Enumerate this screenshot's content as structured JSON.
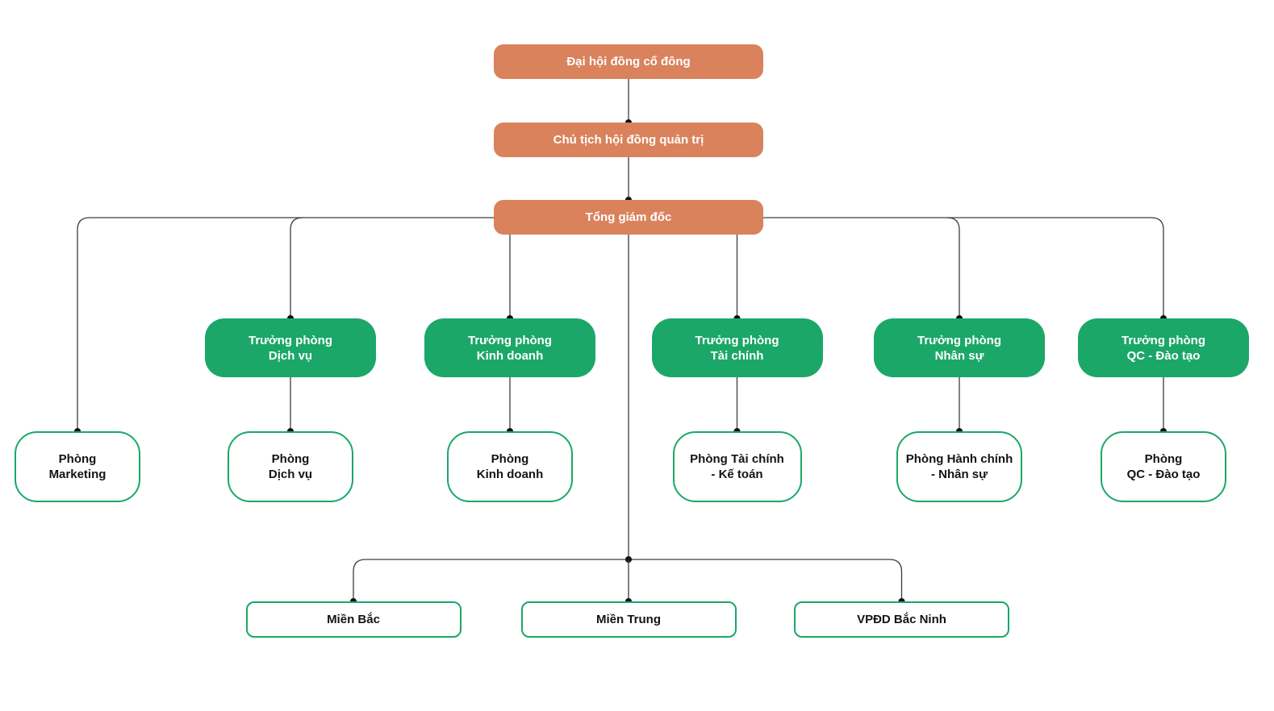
{
  "colors": {
    "orange": "#D9825C",
    "green": "#1BA768",
    "line": "#3D3D3D",
    "dot": "#111111",
    "text_light": "#FFFFFF",
    "text_dark": "#141414",
    "background": "#FFFFFF"
  },
  "nodes": {
    "shareholders": {
      "label": "Đại hội đồng cổ đông"
    },
    "chairman": {
      "label": "Chủ tịch hội đồng quản trị"
    },
    "ceo": {
      "label": "Tổng giám đốc"
    },
    "head_service": {
      "line1": "Trưởng phòng",
      "line2": "Dịch vụ"
    },
    "head_sales": {
      "line1": "Trưởng phòng",
      "line2": "Kinh doanh"
    },
    "head_finance": {
      "line1": "Trưởng phòng",
      "line2": "Tài chính"
    },
    "head_hr": {
      "line1": "Trưởng phòng",
      "line2": "Nhân sự"
    },
    "head_qc": {
      "line1": "Trưởng phòng",
      "line2": "QC - Đào tạo"
    },
    "dept_marketing": {
      "line1": "Phòng",
      "line2": "Marketing"
    },
    "dept_service": {
      "line1": "Phòng",
      "line2": "Dịch vụ"
    },
    "dept_sales": {
      "line1": "Phòng",
      "line2": "Kinh doanh"
    },
    "dept_finance": {
      "line1": "Phòng Tài chính",
      "line2": "- Kế toán"
    },
    "dept_admin_hr": {
      "line1": "Phòng Hành chính",
      "line2": "- Nhân sự"
    },
    "dept_qc": {
      "line1": "Phòng",
      "line2": "QC - Đào tạo"
    },
    "branch_north": {
      "label": "Miền Bắc"
    },
    "branch_central": {
      "label": "Miền Trung"
    },
    "branch_bacninh": {
      "label": "VPĐD Bắc Ninh"
    }
  },
  "edges": [
    {
      "from": "shareholders",
      "to": "chairman"
    },
    {
      "from": "chairman",
      "to": "ceo"
    },
    {
      "from": "ceo",
      "to": "dept_marketing"
    },
    {
      "from": "ceo",
      "to": "head_service"
    },
    {
      "from": "ceo",
      "to": "head_sales"
    },
    {
      "from": "ceo",
      "to": "head_finance"
    },
    {
      "from": "ceo",
      "to": "head_hr"
    },
    {
      "from": "ceo",
      "to": "head_qc"
    },
    {
      "from": "head_service",
      "to": "dept_service"
    },
    {
      "from": "head_sales",
      "to": "dept_sales"
    },
    {
      "from": "head_finance",
      "to": "dept_finance"
    },
    {
      "from": "head_hr",
      "to": "dept_admin_hr"
    },
    {
      "from": "head_qc",
      "to": "dept_qc"
    },
    {
      "from": "ceo",
      "to": "branch_north"
    },
    {
      "from": "ceo",
      "to": "branch_central"
    },
    {
      "from": "ceo",
      "to": "branch_bacninh"
    }
  ]
}
